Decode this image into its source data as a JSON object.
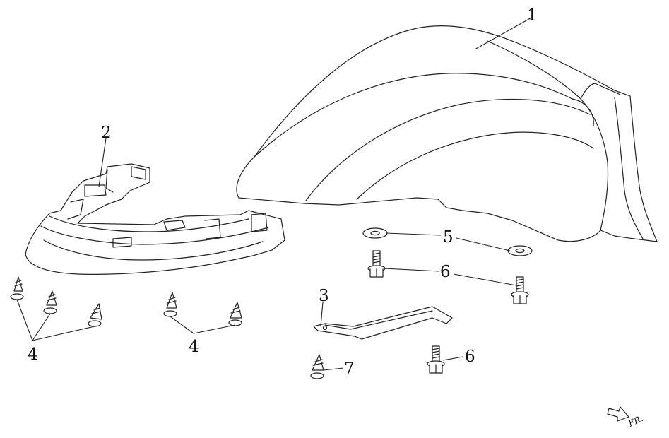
{
  "diagram": {
    "callouts": {
      "fender": "1",
      "bracket": "2",
      "stay": "3",
      "screws_left": "4",
      "screws_right": "4",
      "washers": "5",
      "bolts_upper": "6",
      "bolt_lower": "6",
      "screw_single": "7"
    },
    "direction_label": "FR."
  }
}
